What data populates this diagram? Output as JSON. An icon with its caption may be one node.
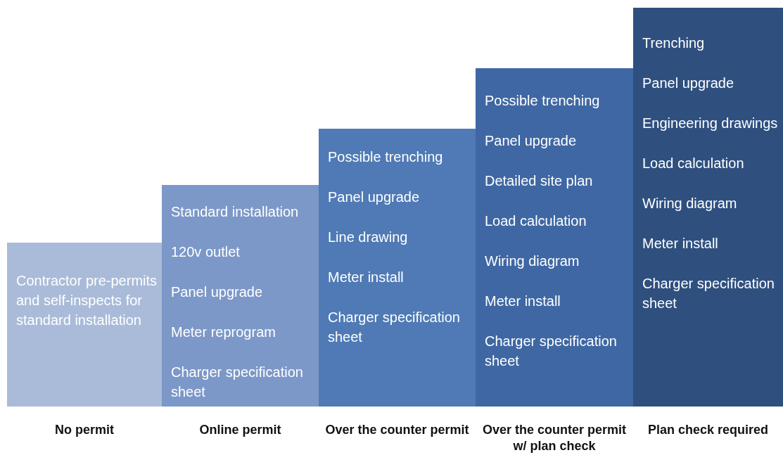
{
  "diagram": {
    "nodes": [
      {
        "text": [
          "Contractor pre-permits and self-inspects for standard installation",
          "No permit"
        ]
      },
      {
        "text": [
          "Standard installation",
          "120v outlet",
          "Panel upgrade",
          "Meter reprogram",
          "Charger specification sheet",
          "Online permit"
        ]
      },
      {
        "text": [
          "Possible trenching",
          "Panel upgrade",
          "Line drawing",
          "Meter install",
          "Charger specification sheet",
          "Over the counter permit"
        ]
      },
      {
        "text": [
          "Possible trenching",
          "Panel upgrade",
          "Detailed site plan",
          "Load calculation",
          "Wiring diagram",
          "Meter install",
          "Charger specification sheet",
          "Over the counter permit w/ plan check"
        ]
      },
      {
        "text": [
          "Trenching",
          "Panel upgrade",
          "Engineering drawings",
          "Load calculation",
          "Wiring diagram",
          "Meter install",
          "Charger specification sheet",
          "Plan check required"
        ]
      }
    ]
  }
}
